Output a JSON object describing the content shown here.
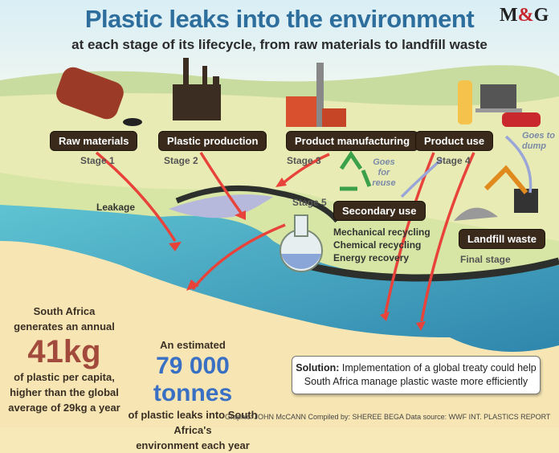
{
  "header": {
    "title": "Plastic leaks into the environment",
    "subtitle": "at each stage of its lifecycle, from raw materials to landfill waste",
    "logo": "M&G"
  },
  "stages": [
    {
      "label": "Raw materials",
      "stage": "Stage 1",
      "icon": "oil-barrel-icon"
    },
    {
      "label": "Plastic production",
      "stage": "Stage 2",
      "icon": "refinery-icon"
    },
    {
      "label": "Product manufacturing",
      "stage": "Stage 3",
      "icon": "factory-icon"
    },
    {
      "label": "Product use",
      "stage": "Stage 4",
      "icon": "bottle-laptop-car-icon"
    },
    {
      "label": "Secondary use",
      "stage": "Stage 5",
      "icon": "flask-icon"
    },
    {
      "label": "Landfill waste",
      "stage": "Final stage",
      "icon": "excavator-icon"
    }
  ],
  "notes": {
    "goes_to_dump": "Goes to dump",
    "goes_for_reuse": "Goes for reuse",
    "leakage": "Leakage"
  },
  "secondary_use_methods": [
    "Mechanical recycling",
    "Chemical recycling",
    "Energy recovery"
  ],
  "stats": {
    "per_capita": {
      "intro": [
        "South Africa",
        "generates an annual"
      ],
      "value": "41kg",
      "outro": [
        "of plastic per capita,",
        "higher than the global",
        "average of 29kg a year"
      ]
    },
    "leakage": {
      "intro": "An estimated",
      "value": "79 000 tonnes",
      "outro": [
        "of plastic leaks into South Africa's",
        "environment each year"
      ]
    }
  },
  "solution": {
    "label": "Solution:",
    "text": "Implementation of a global treaty could help South Africa manage plastic waste more efficiently"
  },
  "credits": "Graphic: JOHN McCANN  Compiled by: SHEREE BEGA  Data source: WWF INT. PLASTICS REPORT",
  "colors": {
    "title": "#2d6e9c",
    "arrows": "#e8433a",
    "river": "#3596b5",
    "label_box": "#3a2a1c",
    "kg": "#a24a3c",
    "tonnes": "#3a70c4"
  }
}
